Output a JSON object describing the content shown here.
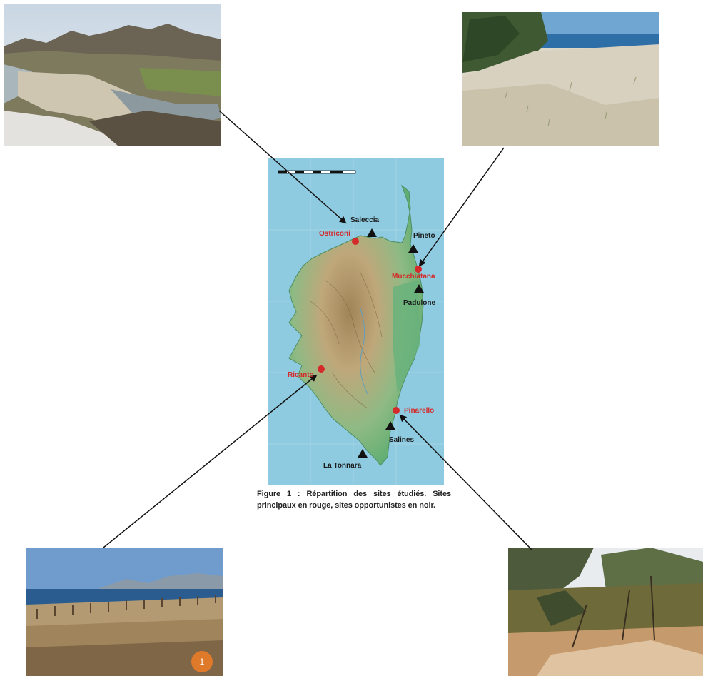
{
  "figure": {
    "caption_label": "Figure 1 :",
    "caption_text": "Répartition des sites étudiés. Sites principaux en rouge, sites opportunistes en noir."
  },
  "sites": {
    "main": [
      {
        "name": "Ostriconi",
        "color": "#d42a2a"
      },
      {
        "name": "Mucchiatana",
        "color": "#d42a2a"
      },
      {
        "name": "Ricanto",
        "color": "#d42a2a"
      },
      {
        "name": "Pinarello",
        "color": "#d42a2a"
      }
    ],
    "opportunistic": [
      {
        "name": "Saleccia",
        "color": "#1a1a1a"
      },
      {
        "name": "Pineto",
        "color": "#1a1a1a"
      },
      {
        "name": "Padulone",
        "color": "#1a1a1a"
      },
      {
        "name": "Salines",
        "color": "#1a1a1a"
      },
      {
        "name": "La Tonnara",
        "color": "#1a1a1a"
      }
    ]
  },
  "photo_badge": "1",
  "colors": {
    "main_site": "#d42a2a",
    "opportunistic_site": "#1a1a1a",
    "sea": "#8fcbe0",
    "badge": "#e07a2b"
  }
}
